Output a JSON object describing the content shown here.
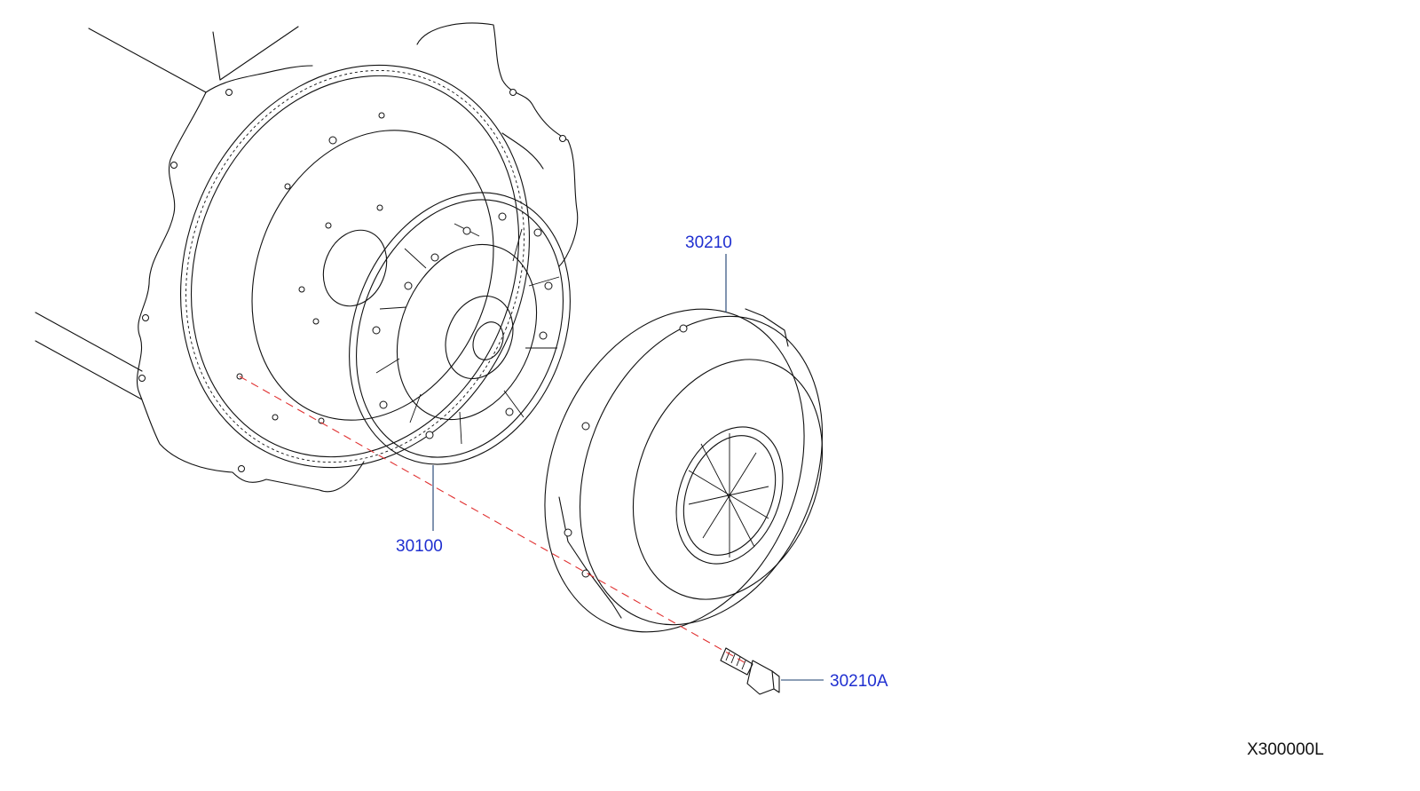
{
  "callouts": {
    "pressure_plate": "30210",
    "clutch_disc": "30100",
    "bolt": "30210A"
  },
  "diagram_code": "X300000L",
  "colors": {
    "callout_text": "#1f2fd0",
    "leader_line": "#1a3c6e",
    "alignment_dash": "#e03030",
    "drawing_line": "#111111"
  }
}
